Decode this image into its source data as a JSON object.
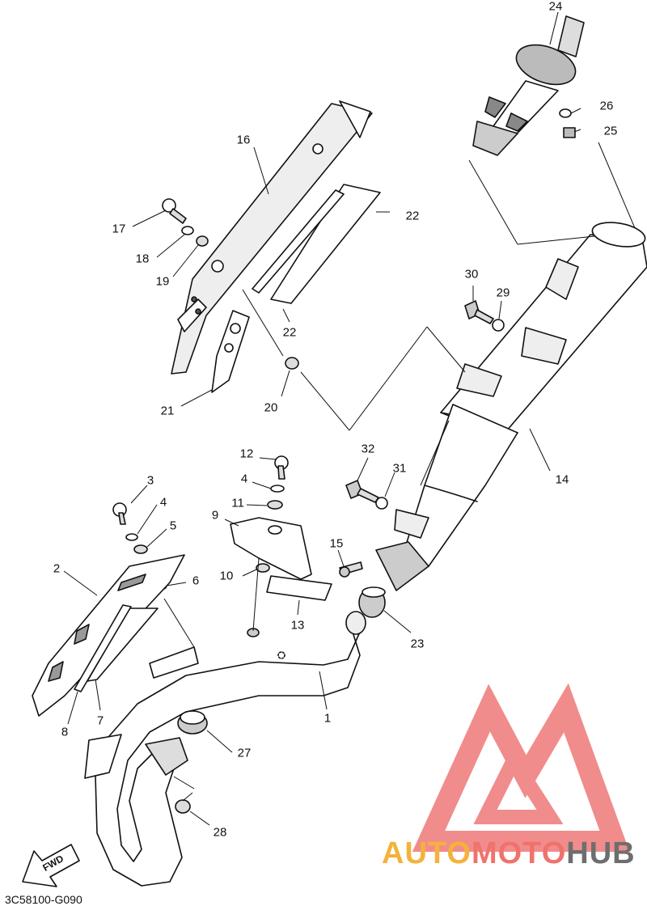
{
  "diagram": {
    "code": "3C58100-G090",
    "fwd_label": "FWD",
    "watermark": {
      "part_a": "AUTO",
      "part_b": "MOTO",
      "part_c": "HUB",
      "colors": {
        "auto": "#f4b23c",
        "moto": "#f0726c",
        "hub": "#6e6e6e",
        "logo": "#f08080"
      }
    },
    "callouts": [
      "1",
      "2",
      "3",
      "4",
      "4",
      "5",
      "6",
      "7",
      "8",
      "9",
      "10",
      "11",
      "12",
      "13",
      "14",
      "15",
      "16",
      "17",
      "18",
      "19",
      "20",
      "21",
      "22",
      "22",
      "23",
      "24",
      "25",
      "26",
      "27",
      "28",
      "29",
      "30",
      "31",
      "32"
    ]
  }
}
